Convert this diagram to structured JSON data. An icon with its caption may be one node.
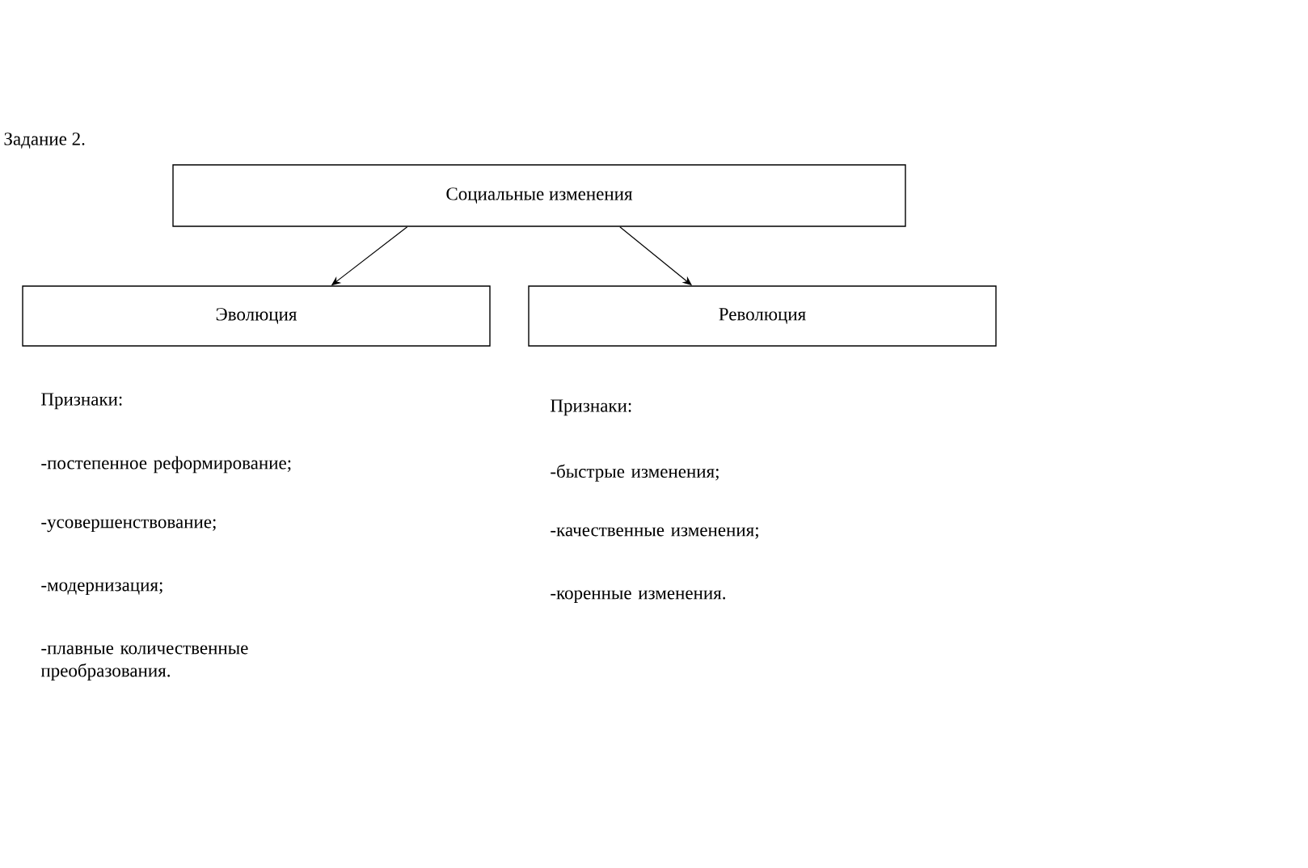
{
  "diagram": {
    "title": "Задание 2.",
    "nodes": [
      {
        "text": [
          "Социальные изменения"
        ]
      },
      {
        "text": [
          "Эволюция"
        ]
      },
      {
        "text": [
          "Революция"
        ]
      }
    ],
    "edges": [
      {
        "from": 0,
        "to": 1,
        "arrow": "to"
      },
      {
        "from": 0,
        "to": 2,
        "arrow": "to"
      }
    ],
    "labels": [
      "Признаки:",
      "-постепенное реформирование;",
      "-усовершенствование;",
      "-модернизация;",
      "-плавные количественные преобразования.",
      "Признаки:",
      "-быстрые изменения;",
      "-качественные изменения;",
      "-коренные изменения."
    ]
  }
}
